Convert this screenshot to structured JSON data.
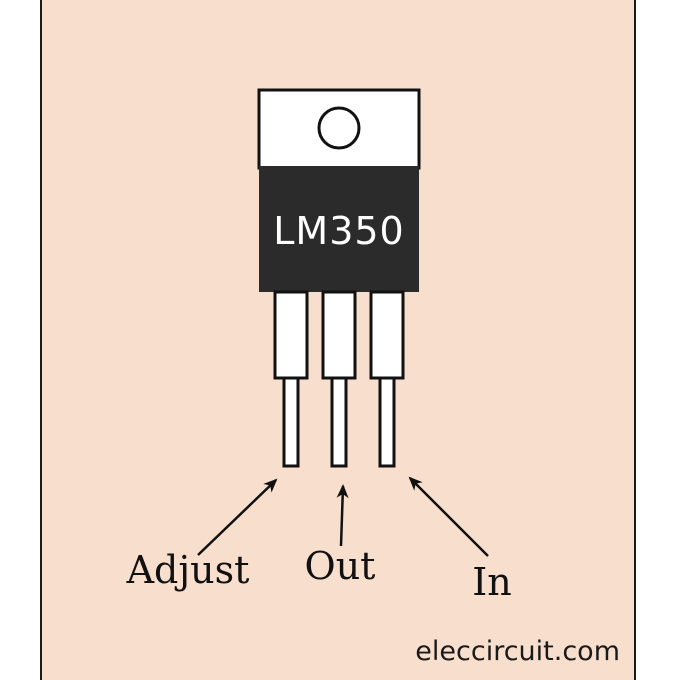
{
  "component": {
    "part_number": "LM350"
  },
  "pins": [
    {
      "label": "Adjust"
    },
    {
      "label": "Out"
    },
    {
      "label": "In"
    }
  ],
  "credit": "eleccircuit.com",
  "colors": {
    "background": "#f8dfcd",
    "body": "#2b2b2b",
    "tab": "#ffffff",
    "outline": "#111111"
  }
}
